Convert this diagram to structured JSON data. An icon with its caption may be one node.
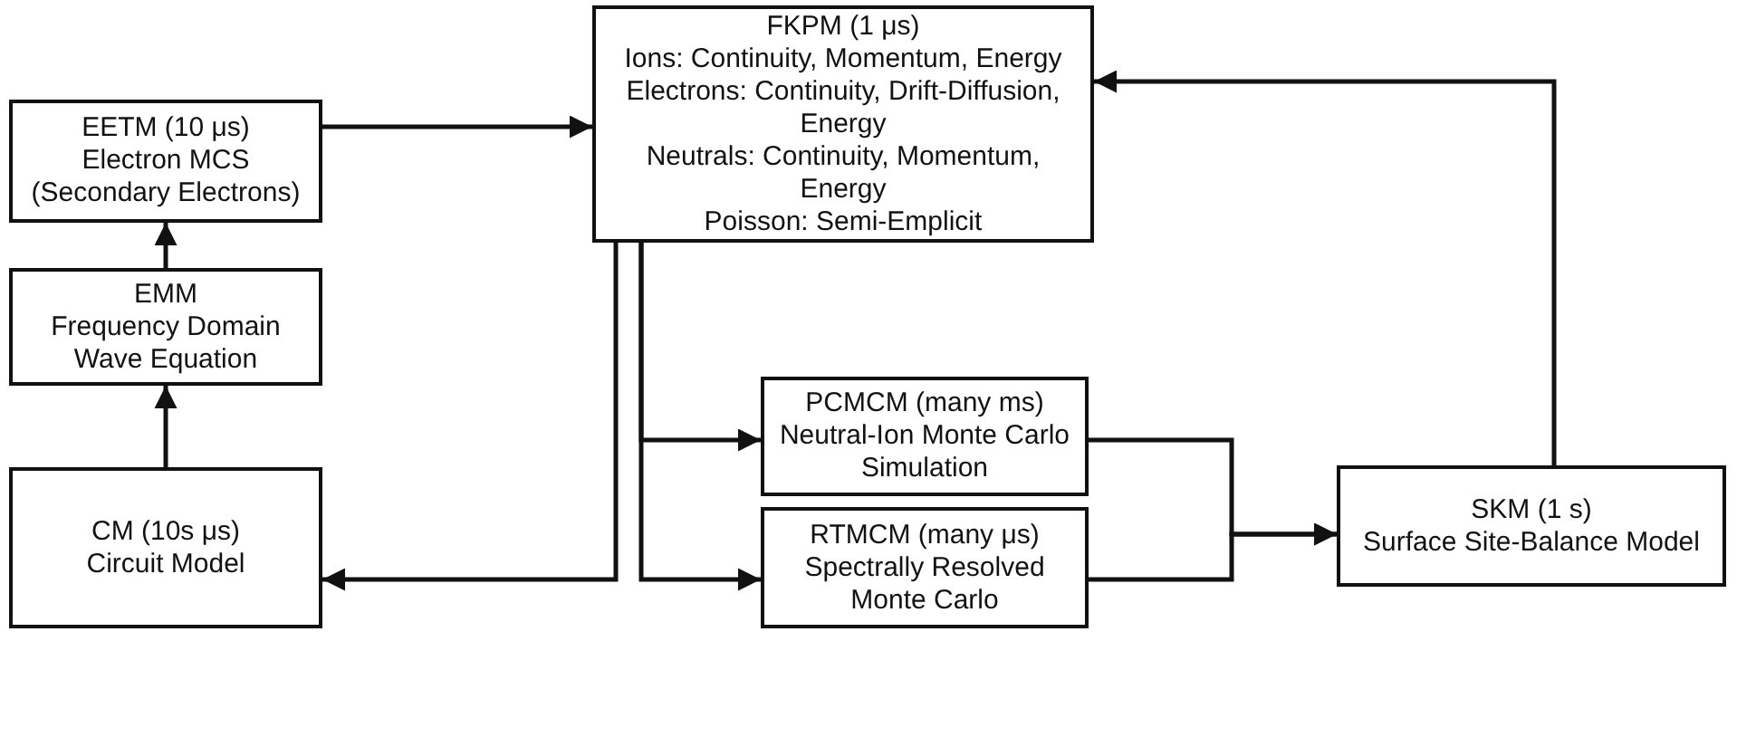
{
  "diagram": {
    "nodes": [
      {
        "text": [
          "EETM (10 μs)",
          "Electron MCS (Secondary Electrons)"
        ]
      },
      {
        "text": [
          "FKPM (1 μs)",
          "Ions: Continuity, Momentum, Energy",
          "Electrons: Continuity, Drift-Diffusion, Energy",
          "Neutrals: Continuity, Momentum, Energy",
          "Poisson: Semi-Emplicit"
        ]
      },
      {
        "text": [
          "EMM",
          "Frequency Domain Wave Equation"
        ]
      },
      {
        "text": [
          "PCMCM (many ms)",
          "Neutral-Ion Monte Carlo Simulation"
        ]
      },
      {
        "text": [
          "SKM (1 s)",
          "Surface Site-Balance Model"
        ]
      },
      {
        "text": [
          "CM (10s μs)",
          "Circuit Model"
        ]
      },
      {
        "text": [
          "RTMCM (many μs)",
          "Spectrally Resolved Monte Carlo"
        ]
      }
    ],
    "edges": [
      {
        "from": 0,
        "to": 1,
        "arrow": "to"
      },
      {
        "from": 4,
        "to": 1,
        "arrow": "to"
      },
      {
        "from": 2,
        "to": 0,
        "arrow": "to"
      },
      {
        "from": 5,
        "to": 2,
        "arrow": "to"
      },
      {
        "from": 1,
        "to": 5,
        "arrow": "to"
      },
      {
        "from": 1,
        "to": 3,
        "arrow": "to"
      },
      {
        "from": 1,
        "to": 6,
        "arrow": "to"
      },
      {
        "from": 3,
        "to": 4,
        "arrow": "to"
      },
      {
        "from": 6,
        "to": 4,
        "arrow": "to"
      }
    ]
  }
}
